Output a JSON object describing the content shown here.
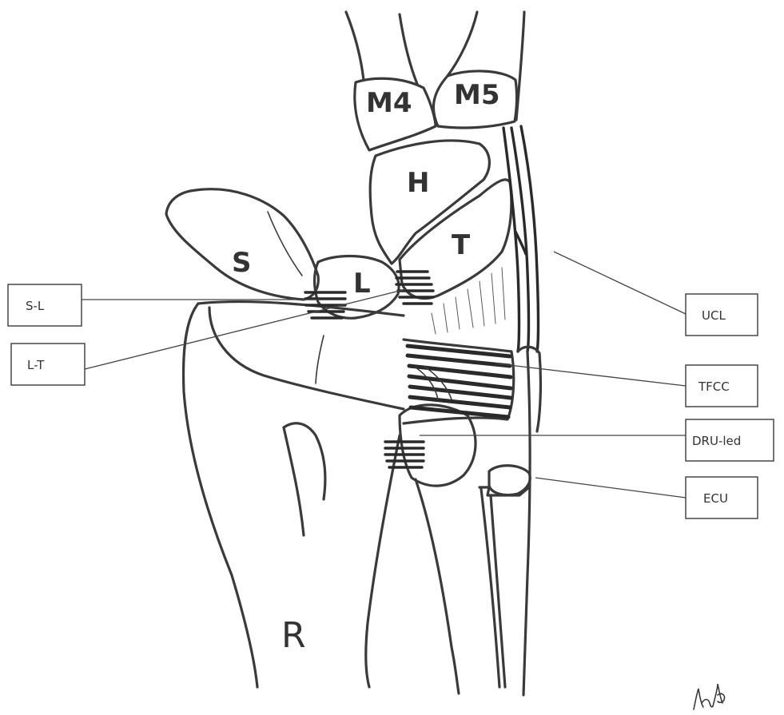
{
  "bone_labels": {
    "m4": "M4",
    "m5": "M5",
    "hamate": "H",
    "triquetrum": "T",
    "scaphoid": "S",
    "lunate": "L",
    "radius": "R"
  },
  "callouts": {
    "sl": "S-L",
    "lt": "L-T",
    "ucl": "UCL",
    "tfcc": "TFCC",
    "druled": "DRU-led",
    "ecu": "ECU"
  },
  "signature": "hlp",
  "colors": {
    "ink": "#3a3a3a",
    "background": "#ffffff"
  }
}
